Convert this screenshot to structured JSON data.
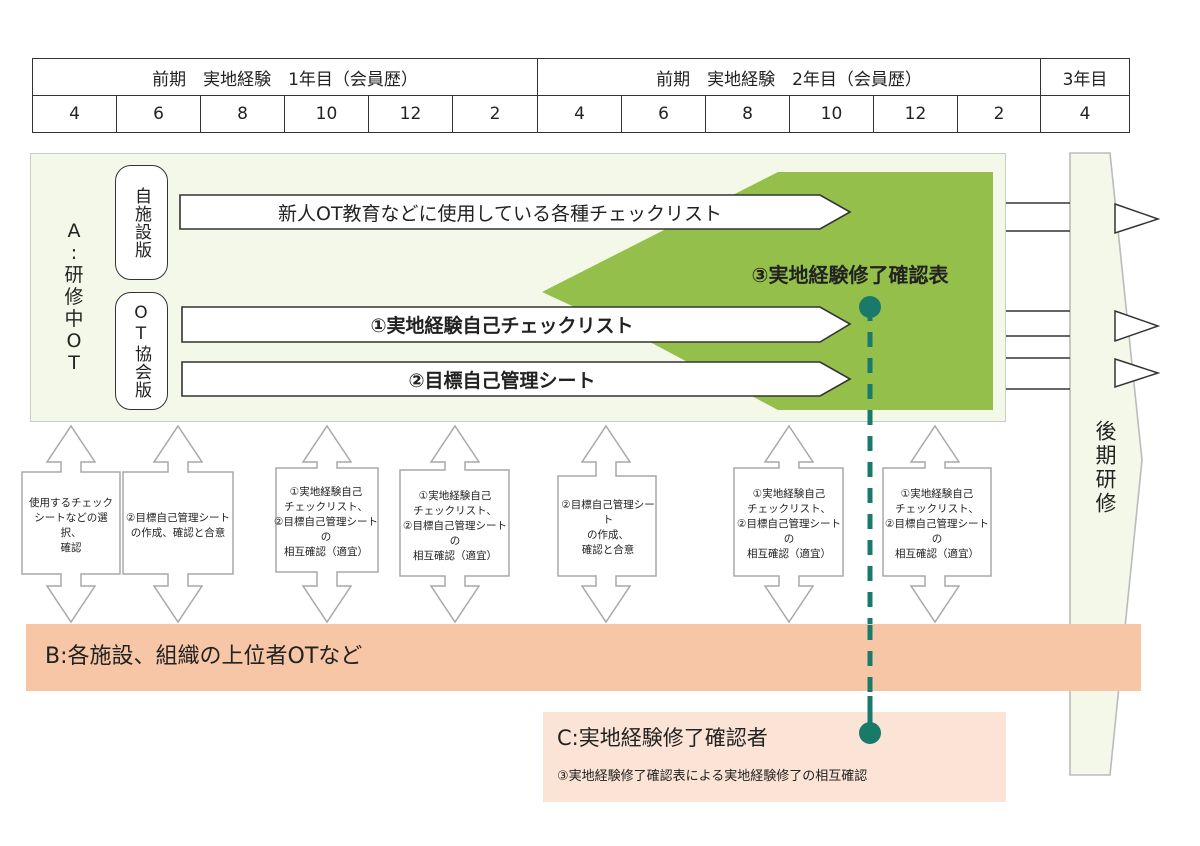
{
  "header": {
    "row1": [
      "前期　実地経験　1年目（会員歴）",
      "前期　実地経験　2年目（会員歴）",
      "3年目"
    ],
    "row2": [
      "4",
      "6",
      "8",
      "10",
      "12",
      "2",
      "4",
      "6",
      "8",
      "10",
      "12",
      "2",
      "4"
    ]
  },
  "panel_a": {
    "label_chars": [
      "A",
      ":",
      "研",
      "修",
      "中",
      "O",
      "T"
    ],
    "pill_own": "自施設版",
    "pill_ot": "OT協会版",
    "arrow1": "新人OT教育などに使用している各種チェックリスト",
    "arrow2": "①実地経験自己チェックリスト",
    "arrow3": "②目標自己管理シート",
    "green_label": "③実地経験修了確認表"
  },
  "steps": [
    "使用するチェック\nシートなどの選択、\n確認",
    "②目標自己管理シート\nの作成、確認と合意",
    "①実地経験自己\nチェックリスト、\n②目標自己管理シートの\n相互確認（適宜）",
    "①実地経験自己\nチェックリスト、\n②目標自己管理シートの\n相互確認（適宜）",
    "②目標自己管理シート\nの作成、\n確認と合意",
    "①実地経験自己\nチェックリスト、\n②目標自己管理シートの\n相互確認（適宜）",
    "①実地経験自己\nチェックリスト、\n②目標自己管理シートの\n相互確認（適宜）"
  ],
  "band_b": {
    "label": "B:各施設、組織の上位者OTなど"
  },
  "band_c": {
    "title": "C:実地経験修了確認者",
    "desc": "③実地経験修了確認表による実地経験修了の相互確認"
  },
  "post": {
    "label": "後期研修"
  },
  "colors": {
    "panel_bg": "#f4f8e8",
    "green_zone": "#93bf4a",
    "band_b": "#f6c6a6",
    "band_c": "#fbe3d5",
    "teal_line": "#1a7a6a",
    "post_bg": "#f4f8e8"
  }
}
